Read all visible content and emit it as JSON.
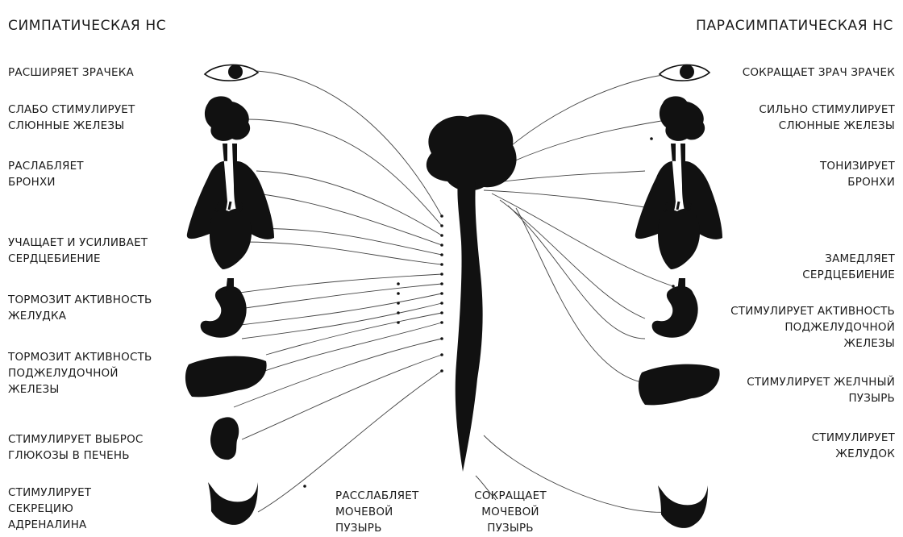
{
  "titles": {
    "left": "СИМПАТИЧЕСКАЯ НС",
    "right": "ПАРАСИМПАТИЧЕСКАЯ НС"
  },
  "left_labels": [
    "РАСШИРЯЕТ ЗРАЧЕКА",
    "СЛАБО СТИМУЛИРУЕТ\nСЛЮННЫЕ ЖЕЛЕЗЫ",
    "РАСЛАБЛЯЕТ\nБРОНХИ",
    "УЧАЩАЕТ И УСИЛИВАЕТ\nСЕРДЦЕБИЕНИЕ",
    "ТОРМОЗИТ АКТИВНОСТЬ\nЖЕЛУДКА",
    "ТОРМОЗИТ АКТИВНОСТЬ\nПОДЖЕЛУДОЧНОЙ\nЖЕЛЕЗЫ",
    "СТИМУЛИРУЕТ ВЫБРОС\nГЛЮКОЗЫ В ПЕЧЕНЬ",
    "СТИМУЛИРУЕТ\nСЕКРЕЦИЮ\nАДРЕНАЛИНА"
  ],
  "right_labels": [
    "СОКРАЩАЕТ ЗРАЧ ЗРАЧЕК",
    "СИЛЬНО СТИМУЛИРУЕТ\nСЛЮННЫЕ ЖЕЛЕЗЫ",
    "ТОНИЗИРУЕТ\nБРОНХИ",
    "ЗАМЕДЛЯЕТ\nСЕРДЦЕБИЕНИЕ",
    "СТИМУЛИРУЕТ АКТИВНОСТЬ\nПОДЖЕЛУДОЧНОЙ\nЖЕЛЕЗЫ",
    "СТИМУЛИРУЕТ ЖЕЛЧНЫЙ\nПУЗЫРЬ",
    "СТИМУЛИРУЕТ\nЖЕЛУДОК"
  ],
  "bladder_labels": {
    "relax": "РАССЛАБЛЯЕТ\nМОЧЕВОЙ\nПУЗЫРЬ",
    "contract": "СОКРАЩАЕТ\nМОЧЕВОЙ\nПУЗЫРЬ"
  },
  "colors": {
    "ink": "#111111",
    "line": "#444444",
    "text": "#1a1a1a"
  }
}
